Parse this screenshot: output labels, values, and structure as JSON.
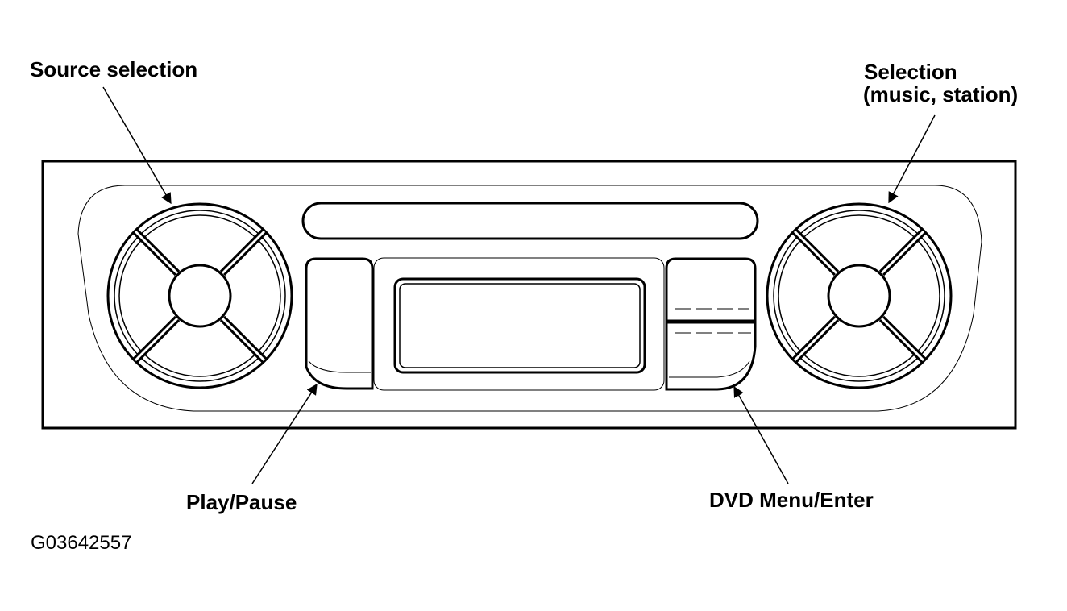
{
  "labels": {
    "source_selection": "Source selection",
    "selection_line1": "Selection",
    "selection_line2": "(music, station)",
    "play_pause": "Play/Pause",
    "dvd_menu_enter": "DVD Menu/Enter"
  },
  "figure_code": "G03642557"
}
